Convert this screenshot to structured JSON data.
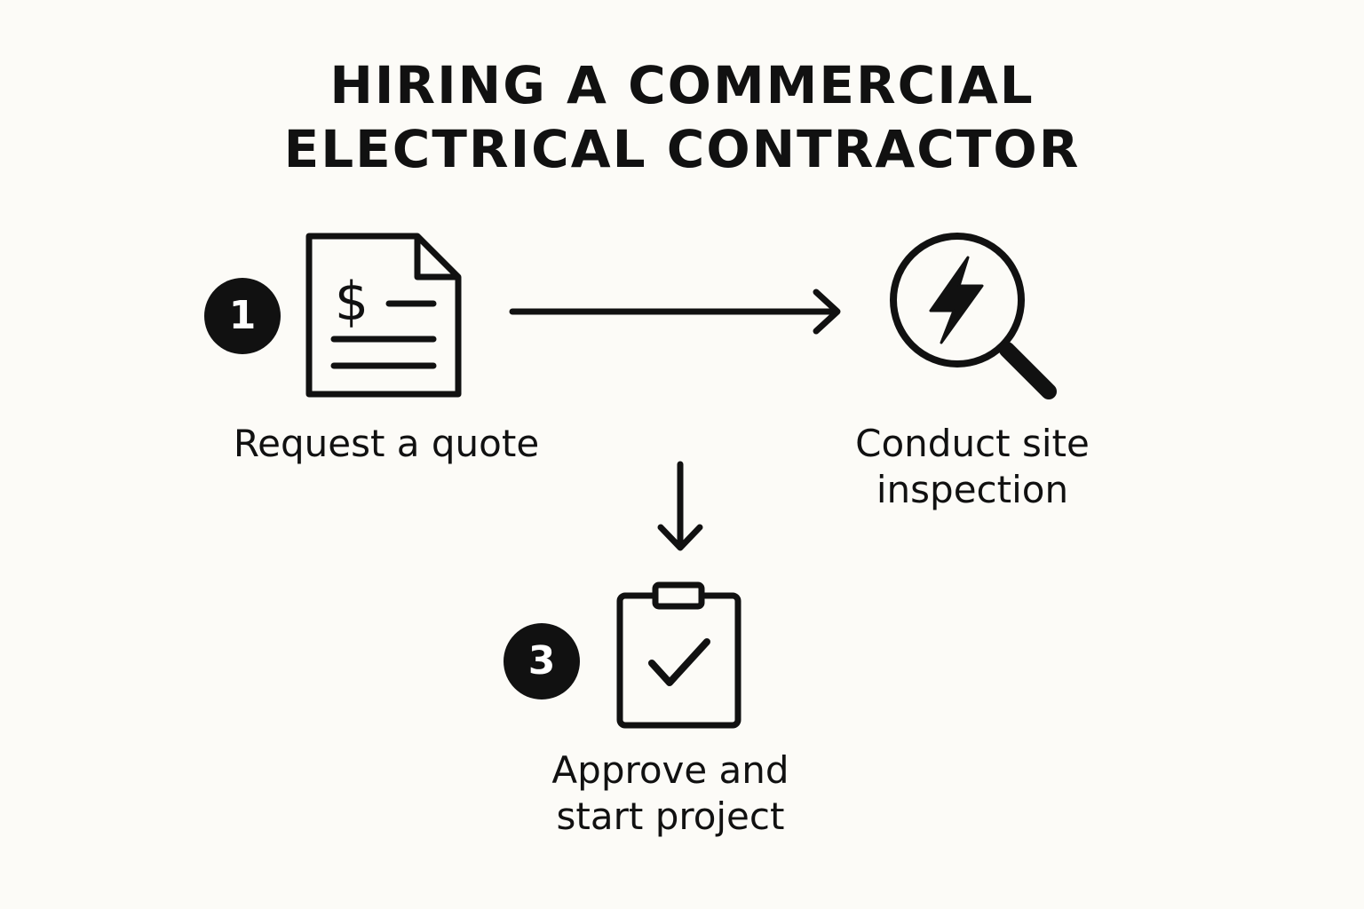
{
  "title": {
    "line1": "HIRING A COMMERCIAL",
    "line2": "ELECTRICAL CONTRACTOR"
  },
  "steps": [
    {
      "number": "1",
      "label": "Request a quote",
      "icon": "quote-document-icon"
    },
    {
      "number": "",
      "label_line1": "Conduct site",
      "label_line2": "inspection",
      "icon": "lightning-magnifier-icon"
    },
    {
      "number": "3",
      "label_line1": "Approve and",
      "label_line2": "start project",
      "icon": "clipboard-check-icon"
    }
  ],
  "colors": {
    "background": "#fcfbf7",
    "ink": "#111111"
  }
}
